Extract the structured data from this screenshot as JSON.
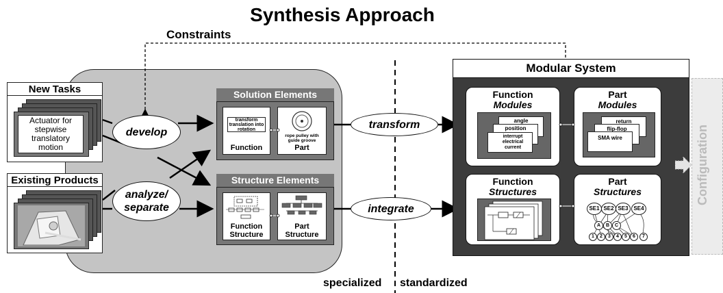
{
  "title": "Synthesis Approach",
  "constraints_label": "Constraints",
  "sources": {
    "new_tasks": {
      "label": "New Tasks",
      "card_text": "Actuator for stepwise translatory motion"
    },
    "existing_products": {
      "label": "Existing Products"
    }
  },
  "processes": {
    "develop": "develop",
    "analyze": "analyze/ separate",
    "transform": "transform",
    "integrate": "integrate"
  },
  "solution_elements": {
    "title": "Solution Elements",
    "function_label": "Function",
    "function_inner": "transform translation into rotation",
    "part_label": "Part",
    "part_inner": "rope pulley with guide groove"
  },
  "structure_elements": {
    "title": "Structure Elements",
    "function_structure_label": "Function Structure",
    "part_structure_label": "Part Structure"
  },
  "modular_system": {
    "title": "Modular System",
    "function_modules": {
      "title_line1": "Function",
      "title_line2": "Modules",
      "tags": [
        "angle",
        "position",
        "interrupt electrical current"
      ]
    },
    "part_modules": {
      "title_line1": "Part",
      "title_line2": "Modules",
      "tags": [
        "return",
        "flip-flop",
        "SMA wire"
      ]
    },
    "function_structures": {
      "title_line1": "Function",
      "title_line2": "Structures"
    },
    "part_structures": {
      "title_line1": "Part",
      "title_line2": "Structures",
      "nodes_top": [
        "SE1",
        "SE2",
        "SE3",
        "SE4"
      ],
      "nodes_mid": [
        "A",
        "B",
        "C"
      ],
      "nodes_bottom": [
        "1",
        "2",
        "3",
        "4",
        "5",
        "6",
        "7"
      ]
    }
  },
  "bottom": {
    "specialized": "specialized",
    "standardized": "standardized"
  },
  "configuration": "Configuration",
  "colors": {
    "panel": "#c4c4c4",
    "element_box": "#777777",
    "modular_bg": "#3c3c3c",
    "config": "#bbbbbb"
  }
}
